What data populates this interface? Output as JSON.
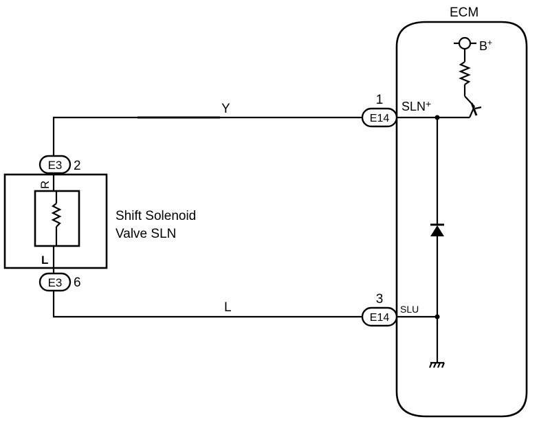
{
  "ecm": {
    "title": "ECM",
    "power_label": "B",
    "power_sup": "+",
    "pin_sln": "SLN",
    "pin_sln_sup": "+",
    "pin_slu": "SLU"
  },
  "connectors": {
    "ecm_top": {
      "label": "E14",
      "pin": "1"
    },
    "ecm_bottom": {
      "label": "E14",
      "pin": "3"
    },
    "sol_top": {
      "label": "E3",
      "pin": "2"
    },
    "sol_bottom": {
      "label": "E3",
      "pin": "6"
    }
  },
  "wires": {
    "top_color": "Y",
    "bottom_color": "L",
    "sol_upper_color": "R",
    "sol_lower_color": "L"
  },
  "solenoid": {
    "line1": "Shift Solenoid",
    "line2": "Valve SLN"
  }
}
